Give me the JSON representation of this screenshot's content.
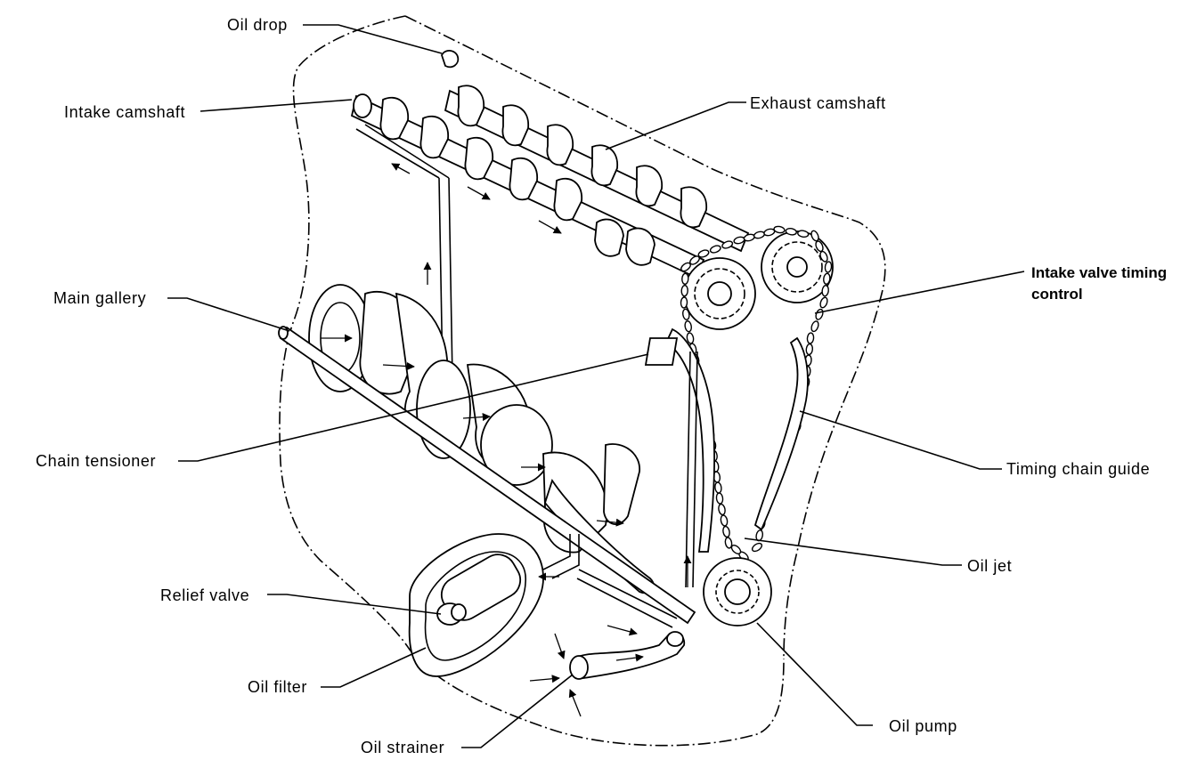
{
  "labels": {
    "oil_drop": "Oil drop",
    "intake_camshaft": "Intake camshaft",
    "exhaust_camshaft": "Exhaust camshaft",
    "intake_valve_timing_control_line1": "Intake valve timing",
    "intake_valve_timing_control_line2": "control",
    "main_gallery": "Main gallery",
    "chain_tensioner": "Chain tensioner",
    "timing_chain_guide": "Timing chain guide",
    "oil_jet": "Oil jet",
    "relief_valve": "Relief valve",
    "oil_filter": "Oil filter",
    "oil_strainer": "Oil strainer",
    "oil_pump": "Oil pump"
  }
}
